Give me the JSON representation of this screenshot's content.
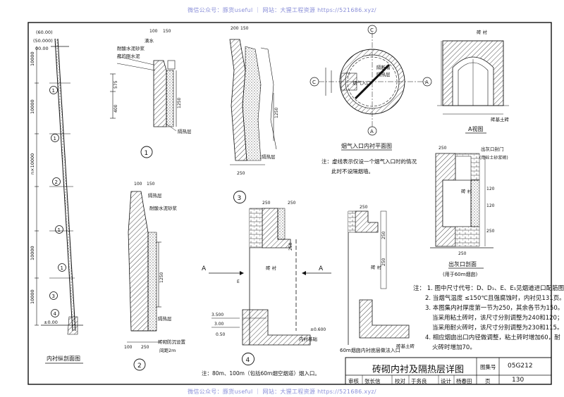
{
  "watermark": {
    "top": "微信公众号：豚货useful ｜ 网站：大猩工程资源 https://521686.xyz/",
    "bottom": "微信公众号：豚货useful ｜ 网站：大猩工程资源 https://521686.xyz/"
  },
  "elevation": {
    "title": "内衬纵剖面图",
    "levels": [
      "(60.00)",
      "(50.000)",
      "00.00",
      "±0.00"
    ],
    "segment_dims": [
      "10000",
      "10000",
      "n×10000",
      "10000",
      "10000"
    ],
    "markers": [
      "1",
      "1",
      "2",
      "1",
      "1",
      "3",
      "4"
    ]
  },
  "detail1": {
    "number": "1",
    "labels": [
      "耐酸水泥砂浆",
      "度的刚水泥",
      "滴水",
      "隔热层"
    ],
    "dims": [
      "100",
      "150",
      "575",
      "400",
      "1250"
    ]
  },
  "detail2": {
    "number": "2",
    "labels": [
      "耐酸水泥砂浆",
      "隔热层",
      "砖砌防沉设置",
      "间距2m"
    ],
    "dims": [
      "100",
      "150",
      "1250",
      "100",
      "250"
    ]
  },
  "detail3": {
    "number": "3",
    "labels": [
      "隔热层"
    ],
    "dims": [
      "200",
      "150",
      "1250",
      "250"
    ]
  },
  "detail4": {
    "number": "4",
    "labels": [
      "砖 衬",
      "内衬基础",
      "A",
      "A"
    ],
    "levels": [
      "3.500",
      "3.00",
      "±0.600",
      "0.50"
    ],
    "dims": [
      "250",
      "250",
      "250",
      "E"
    ]
  },
  "plan": {
    "title": "烟气入口内衬平面图",
    "labels": [
      "隔断墙",
      "隔热层",
      "烟气入口",
      "C",
      "C",
      "A",
      "A"
    ],
    "note_line1": "注：虚线表示仅设一个烟气入口时的情况",
    "note_line2": "此时不设隔烟墙。"
  },
  "section_a": {
    "title": "A视图",
    "labels": [
      "砖 衬",
      "砖基土砖"
    ]
  },
  "tap": {
    "title": "出灰口剖面",
    "subtitle": "(用于60m烟囱)",
    "labels": [
      "出灰口封门",
      "(用砼土砂浆砌)",
      "砖 衬"
    ],
    "dims": [
      "250",
      "120",
      "120",
      "250",
      "250"
    ]
  },
  "foundation": {
    "title": "60m烟囱内衬底层做法入口",
    "labels": [
      "砖 衬",
      "砖基土砖"
    ],
    "dims": [
      "250",
      "250",
      "250"
    ]
  },
  "notes": {
    "lines": [
      "注：  1.  图中尺寸代号：D、D₁、E、E₁见烟道进口配筋图。",
      "2. 当烟气温度 ≤150℃且强腐蚀时，内衬见131页。",
      "3. 本图集内衬厚度第一节为250，其余各节为150。",
      "当采用粘土砖时，该尺寸分别调整为240和120；",
      "当采用耐火砖时，该尺寸分别调整为230和115。",
      "4. 相应烟囱出口内径做调整，粘土砖时增加60，耐",
      "火砖时增加70。"
    ],
    "bottom_note": "注：80m、100m（包括60m烟空烟道）烟入口。"
  },
  "title_block": {
    "title": "砖砌内衬及隔热层详图",
    "atlas_label": "图集号",
    "atlas_no": "05G212",
    "page_label": "页",
    "page_no": "130",
    "roles": [
      "审核",
      "张长信",
      "校对",
      "于务良",
      "设计",
      "杨春田"
    ]
  }
}
